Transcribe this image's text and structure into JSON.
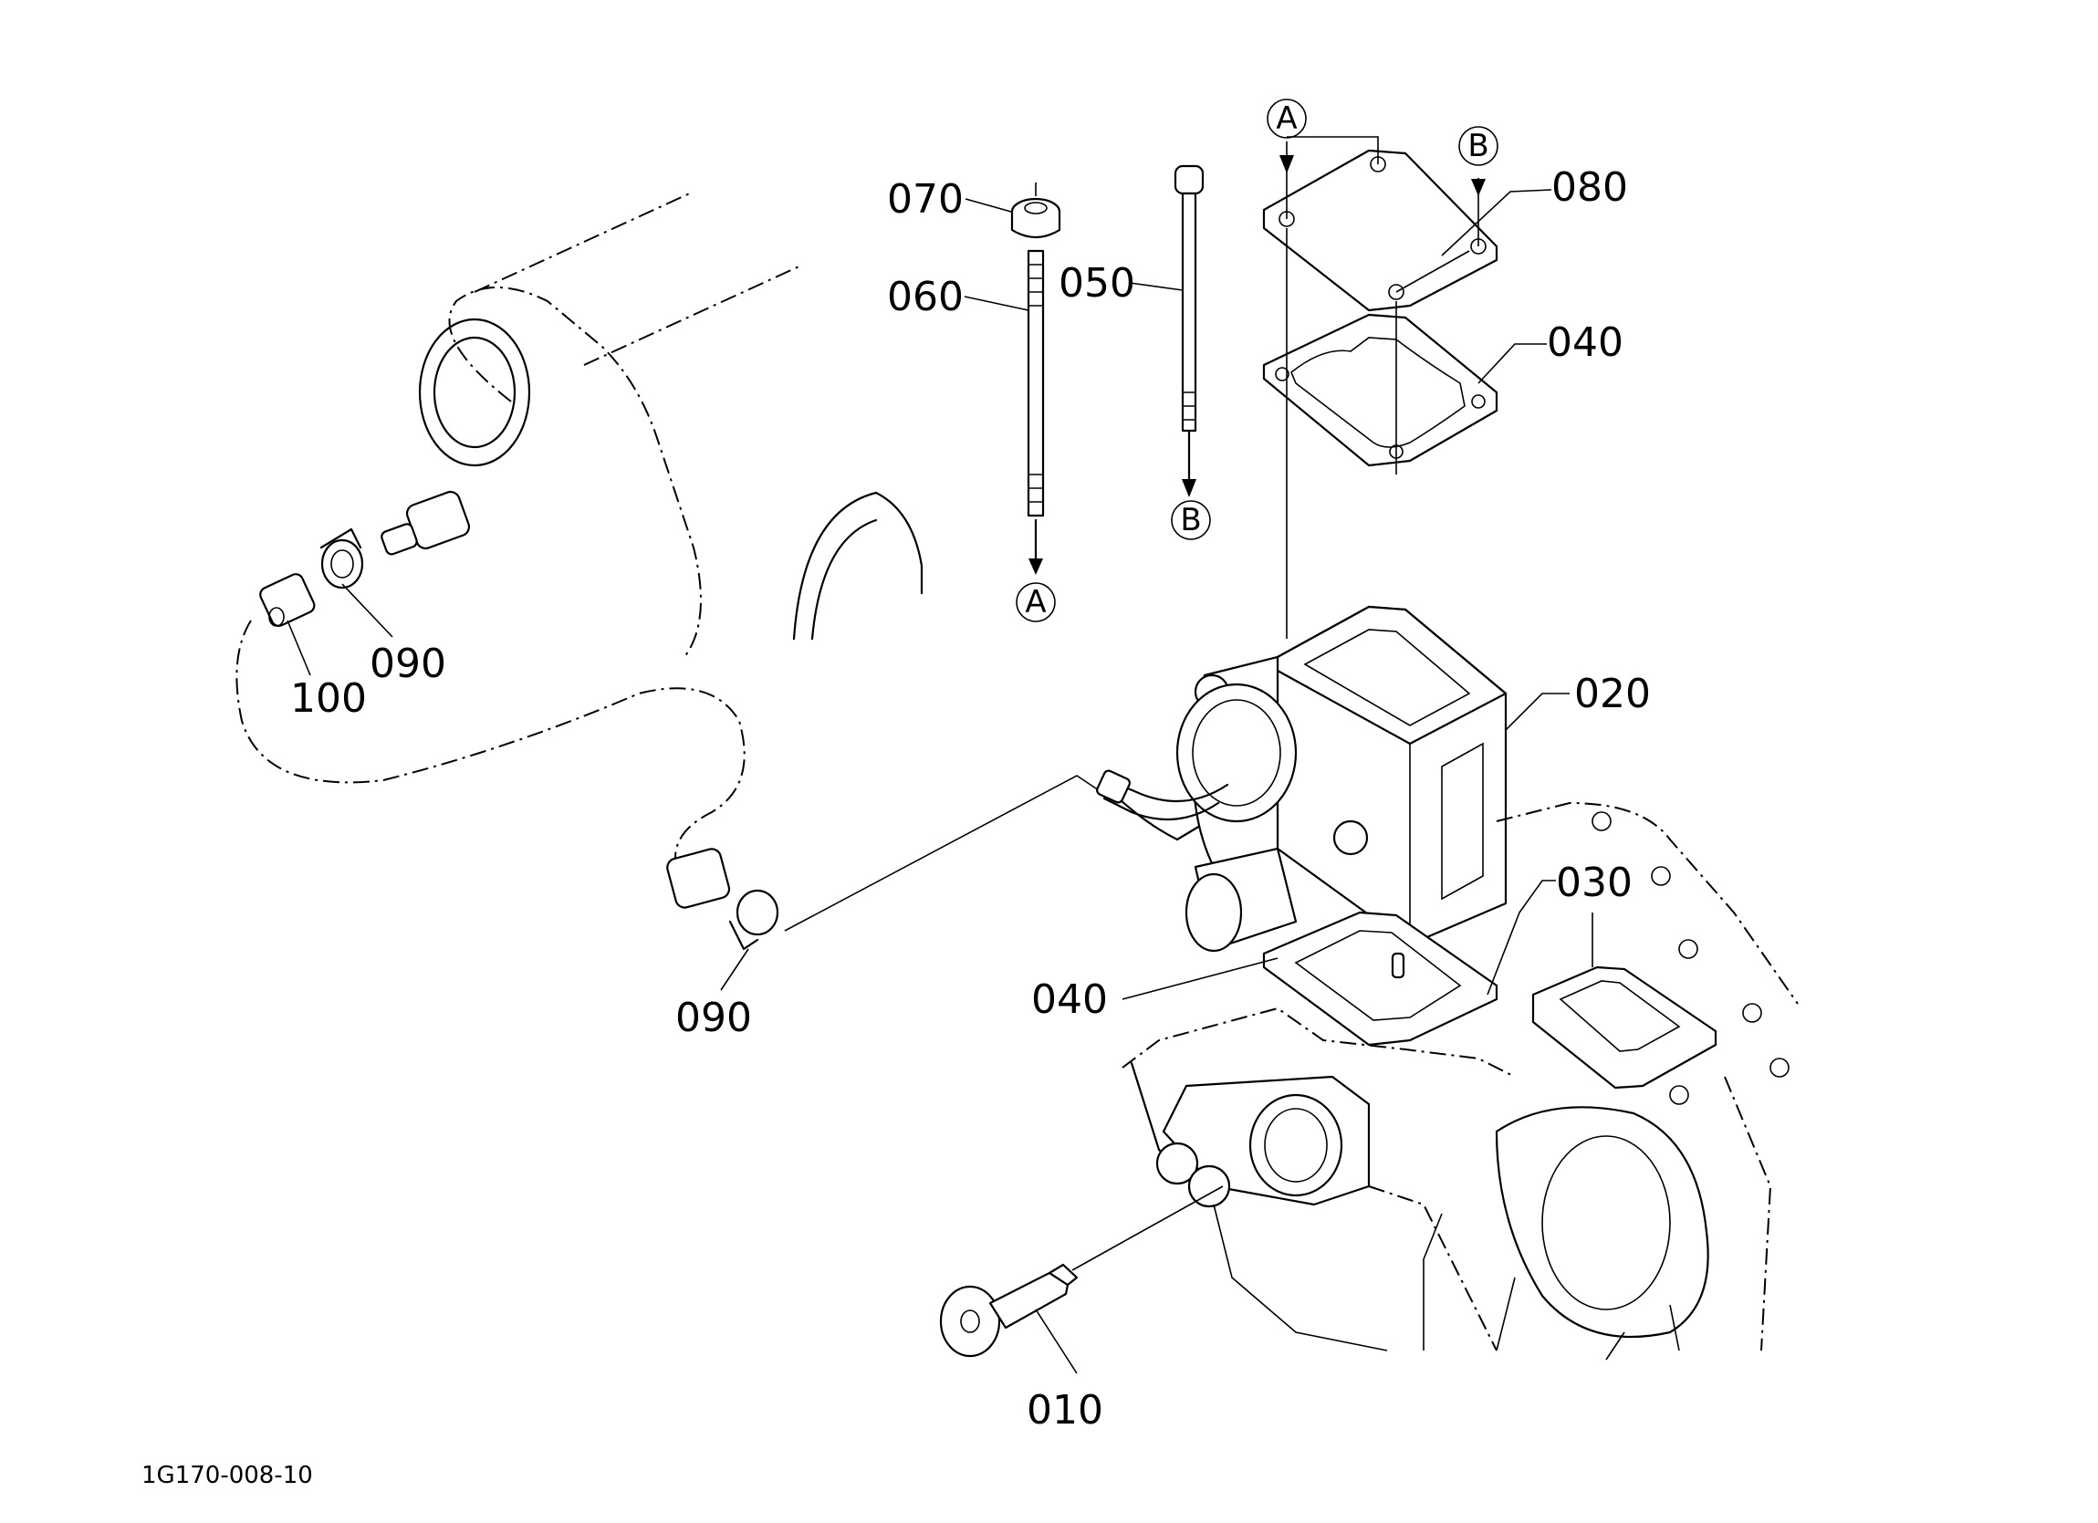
{
  "parts": {
    "p010": "010",
    "p020": "020",
    "p030": "030",
    "p040_upper": "040",
    "p040_lower": "040",
    "p050": "050",
    "p060": "060",
    "p070": "070",
    "p080": "080",
    "p090_upper": "090",
    "p090_lower": "090",
    "p100": "100"
  },
  "refs": {
    "a_top": "A",
    "b_top": "B",
    "a_stud": "A",
    "b_bolt": "B"
  },
  "drawing_id": "1G170-008-10"
}
